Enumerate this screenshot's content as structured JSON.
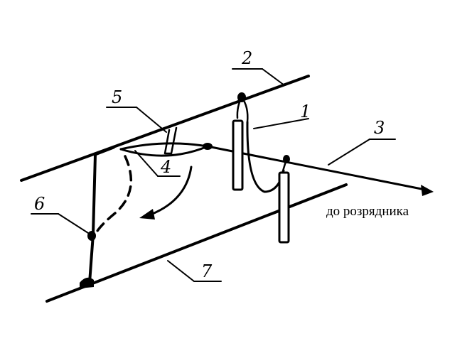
{
  "labels": {
    "l1": "1",
    "l2": "2",
    "l3": "3",
    "l4": "4",
    "l5": "5",
    "l6": "6",
    "l7": "7"
  },
  "caption": "до розрядника"
}
